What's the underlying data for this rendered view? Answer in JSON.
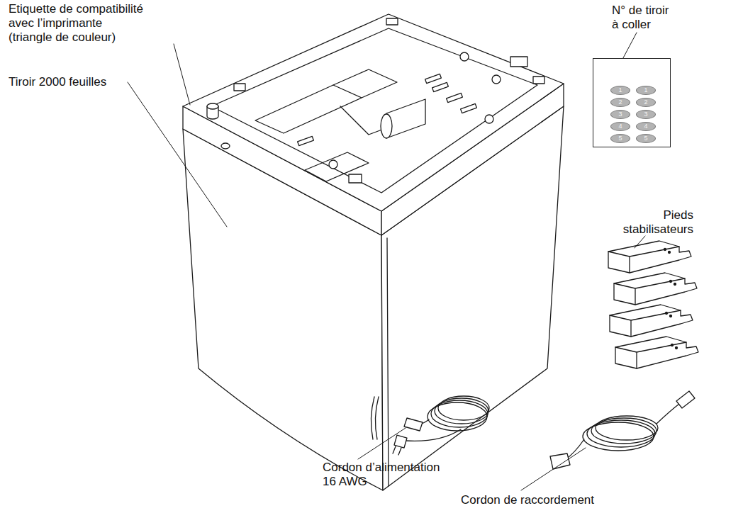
{
  "diagram": {
    "nodes": [
      {
        "text": [
          "N° de tiroir à coller"
        ]
      },
      {
        "text": [
          "1"
        ],
        "in": 0
      },
      {
        "text": [
          "1"
        ],
        "in": 0
      },
      {
        "text": [
          "2"
        ],
        "in": 0
      },
      {
        "text": [
          "2"
        ],
        "in": 0
      },
      {
        "text": [
          "3"
        ],
        "in": 0
      },
      {
        "text": [
          "3"
        ],
        "in": 0
      },
      {
        "text": [
          "4"
        ],
        "in": 0
      },
      {
        "text": [
          "4"
        ],
        "in": 0
      },
      {
        "text": [
          "5"
        ],
        "in": 0
      },
      {
        "text": [
          "5"
        ],
        "in": 0
      }
    ],
    "labels": [
      "Etiquette de compatibilité avec l’imprimante (triangle de couleur)",
      "Tiroir 2000 feuilles",
      "Pieds stabilisateurs",
      "Cordon d’alimentation 16 AWG",
      "Cordon de raccordement"
    ]
  }
}
